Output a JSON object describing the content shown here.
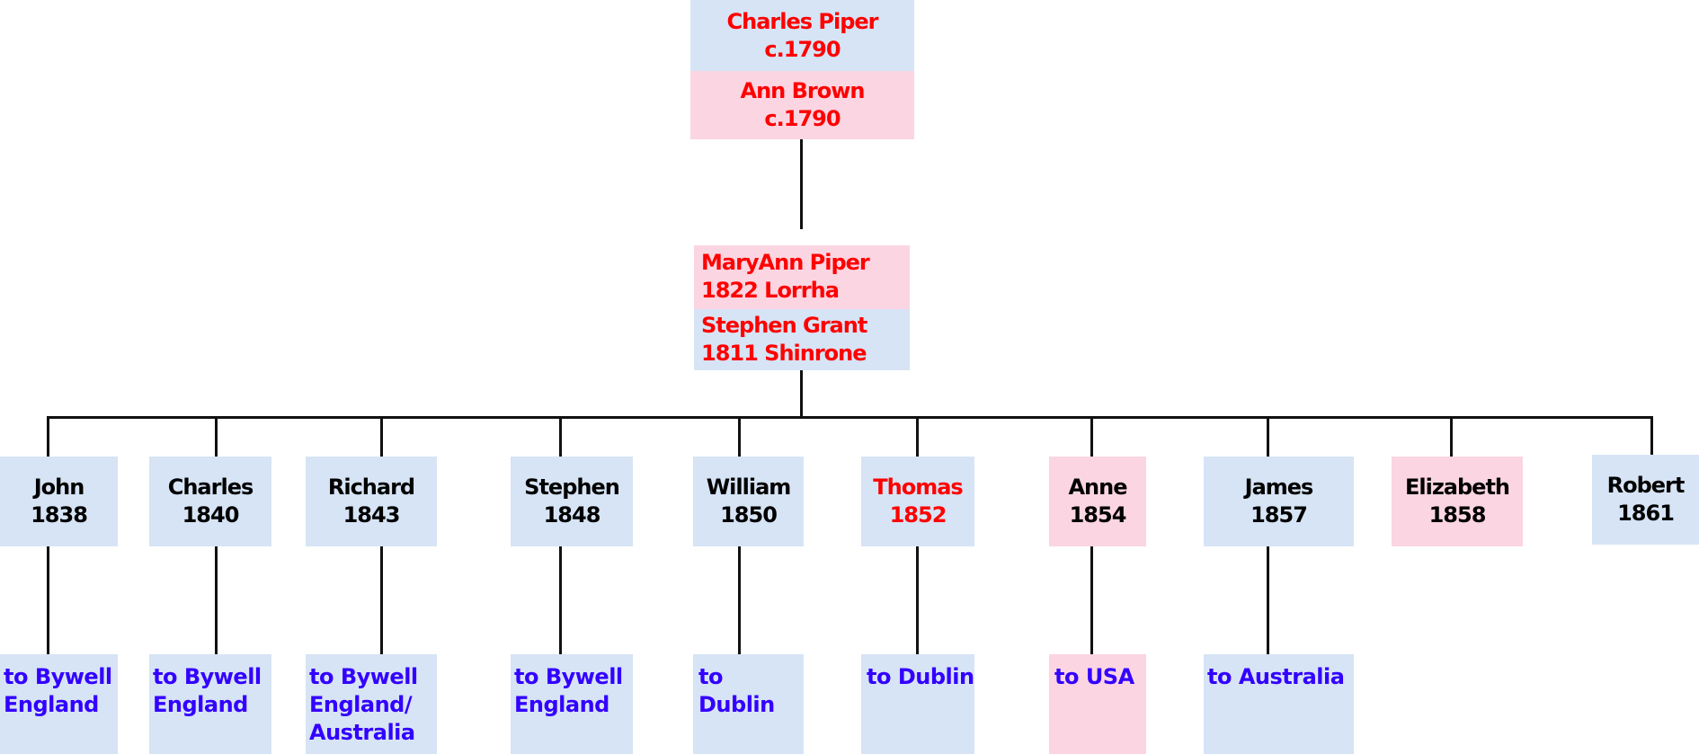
{
  "colors": {
    "male_bg": "#d6e4f5",
    "female_bg": "#fbd5e2",
    "ancestor_text": "#ff0000",
    "child_text": "#000000",
    "destination_text": "#3300ff"
  },
  "grandparents": [
    {
      "name": "Charles Piper",
      "year": "c.1790"
    },
    {
      "name": "Ann Brown",
      "year": "c.1790"
    }
  ],
  "parents": [
    {
      "name": "MaryAnn Piper",
      "year": "1822 Lorrha"
    },
    {
      "name": "Stephen Grant",
      "year": "1811 Shinrone"
    }
  ],
  "children": [
    {
      "name": "John",
      "year": "1838",
      "sex": "m",
      "destination": "to Bywell\nEngland"
    },
    {
      "name": "Charles",
      "year": "1840",
      "sex": "m",
      "destination": "to Bywell\nEngland"
    },
    {
      "name": "Richard",
      "year": "1843",
      "sex": "m",
      "destination": "to Bywell\nEngland/\nAustralia"
    },
    {
      "name": "Stephen",
      "year": "1848",
      "sex": "m",
      "destination": "to Bywell\nEngland"
    },
    {
      "name": "William",
      "year": "1850",
      "sex": "m",
      "destination": "to Dublin"
    },
    {
      "name": "Thomas",
      "year": "1852",
      "sex": "m",
      "highlight": true,
      "destination": "to Dublin"
    },
    {
      "name": "Anne",
      "year": "1854",
      "sex": "f",
      "destination": "to USA"
    },
    {
      "name": "James",
      "year": "1857",
      "sex": "m",
      "destination": "to Australia"
    },
    {
      "name": "Elizabeth",
      "year": "1858",
      "sex": "f",
      "destination": null
    },
    {
      "name": "Robert",
      "year": "1861",
      "sex": "m",
      "destination": null
    }
  ]
}
